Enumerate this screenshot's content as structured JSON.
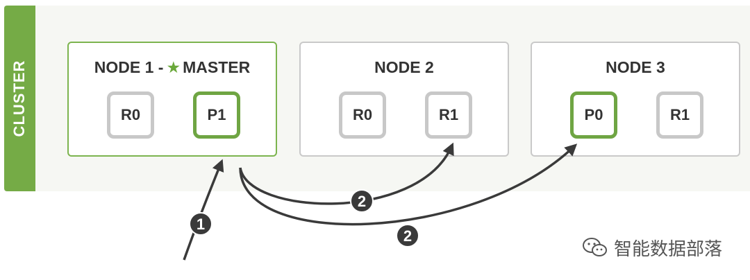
{
  "cluster": {
    "label": "CLUSTER"
  },
  "nodes": [
    {
      "title_prefix": "NODE 1 -",
      "title_suffix": "MASTER",
      "shards": [
        "R0",
        "P1"
      ]
    },
    {
      "title": "NODE 2",
      "shards": [
        "R0",
        "R1"
      ]
    },
    {
      "title": "NODE 3",
      "shards": [
        "P0",
        "R1"
      ]
    }
  ],
  "steps": {
    "one": "1",
    "two_a": "2",
    "two_b": "2"
  },
  "watermark": {
    "text": "智能数据部落"
  },
  "colors": {
    "green": "#75ab46",
    "grey": "#c8c8c8",
    "arrow": "#3a3a3a"
  }
}
